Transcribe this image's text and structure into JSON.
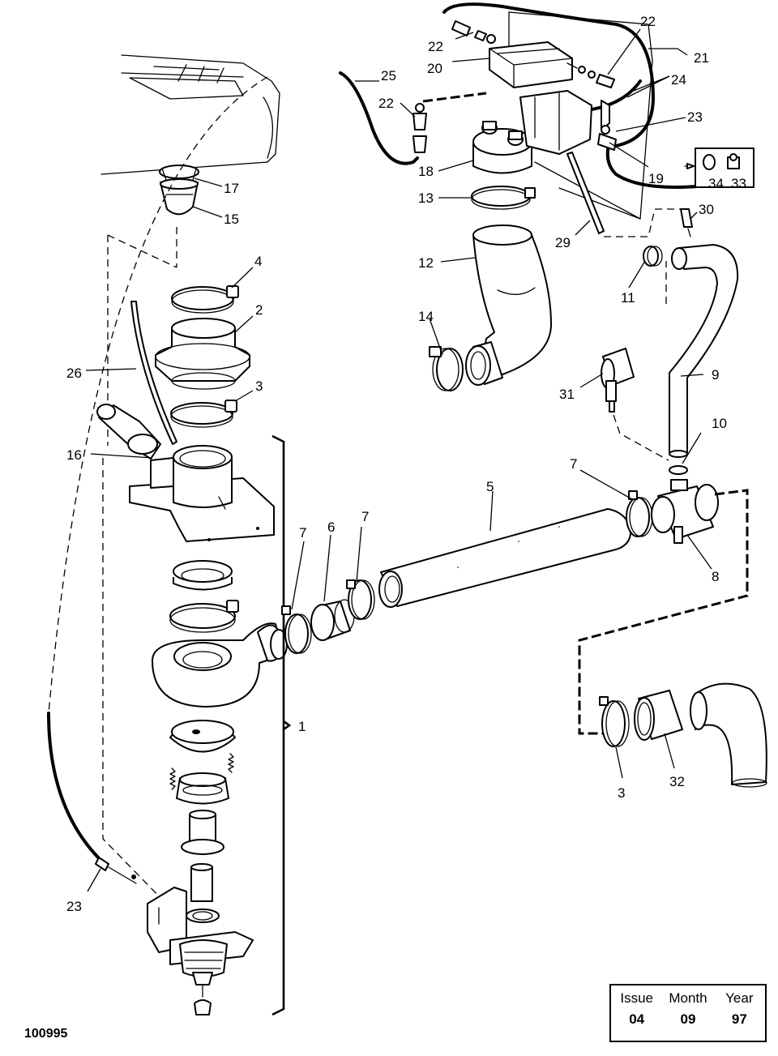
{
  "part_labels": [
    "1",
    "2",
    "3",
    "4",
    "5",
    "6",
    "7",
    "8",
    "9",
    "10",
    "11",
    "12",
    "13",
    "14",
    "15",
    "16",
    "17",
    "18",
    "19",
    "20",
    "21",
    "22",
    "23",
    "24",
    "25",
    "26",
    "29",
    "30",
    "31",
    "32",
    "33",
    "34"
  ],
  "issue_table": {
    "headers": {
      "issue": "Issue",
      "month": "Month",
      "year": "Year"
    },
    "values": {
      "issue": "04",
      "month": "09",
      "year": "97"
    }
  },
  "drawing_number": "100995"
}
